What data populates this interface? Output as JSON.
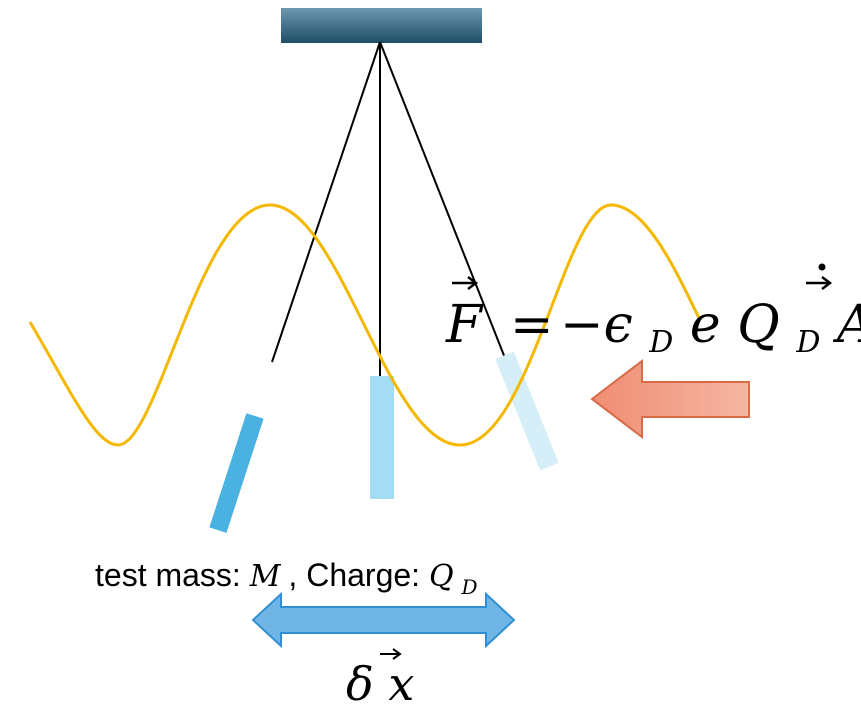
{
  "colors": {
    "background": "#ffffff",
    "support_dark": "#1e4d66",
    "support_light": "#6d98b0",
    "string": "#000000",
    "wave": "#f5b800",
    "mass_left": "#4ab2e0",
    "mass_center": "#a3dcf4",
    "mass_right": "#d6eef8",
    "force_arrow_fill_dark": "#ef8d73",
    "force_arrow_fill_light": "#f6b6a3",
    "force_arrow_stroke": "#d96a46",
    "displacement_arrow_fill": "#6fb6e6",
    "displacement_arrow_stroke": "#2f8fd0"
  },
  "force_equation": {
    "lhs": "F",
    "equals": "=",
    "rhs_minus_epsilon": "−ϵ",
    "rhs_epsilon_subscript": "D",
    "rhs_e": "e",
    "rhs_Q": "Q",
    "rhs_Q_subscript": "D",
    "rhs_A": "A"
  },
  "caption": {
    "mass_prefix": "test mass: ",
    "mass_symbol": "M",
    "charge_prefix": ", Charge: ",
    "charge_symbol": "Q",
    "charge_subscript": "D"
  },
  "displacement_label": {
    "delta": "δ",
    "x": "x"
  },
  "icons": {
    "force_arrow": "left-arrow-icon",
    "displacement_arrow": "double-headed-arrow-icon"
  }
}
